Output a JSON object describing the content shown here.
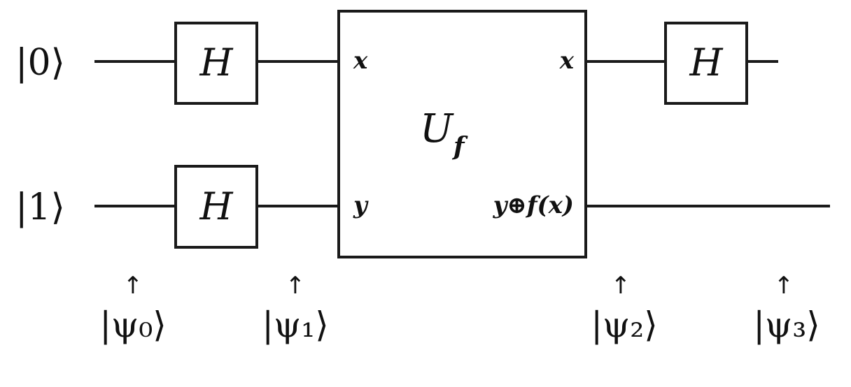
{
  "inputs": [
    "|0⟩",
    "|1⟩"
  ],
  "gates": {
    "hadamard": "H"
  },
  "oracle": {
    "label": "U",
    "subscript": "f",
    "in_top": "x",
    "in_bottom": "y",
    "out_top": "x",
    "out_bottom": "y⊕f(x)"
  },
  "arrow_symbol": "↑",
  "states": [
    "|ψ₀⟩",
    "|ψ₁⟩",
    "|ψ₂⟩",
    "|ψ₃⟩"
  ]
}
